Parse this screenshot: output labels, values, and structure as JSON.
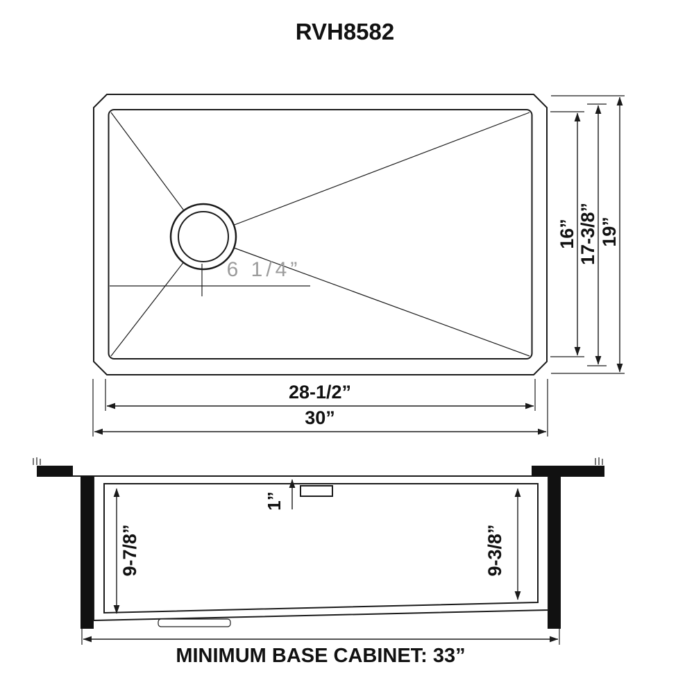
{
  "title": "RVH8582",
  "colors": {
    "line": "#1a1a1a",
    "dim_text_gray": "#9c9c9c"
  },
  "top_view": {
    "drain_offset": "6  1/4”",
    "inner_width": "28-1/2”",
    "outer_width": "30”",
    "inner_height": "16”",
    "bowl_height": "17-3/8”",
    "outer_height": "19”"
  },
  "side_view": {
    "rim_height": "1”",
    "left_depth": "9-7/8”",
    "right_depth": "9-3/8”",
    "base_cabinet_note": "MINIMUM BASE CABINET: 33”"
  }
}
